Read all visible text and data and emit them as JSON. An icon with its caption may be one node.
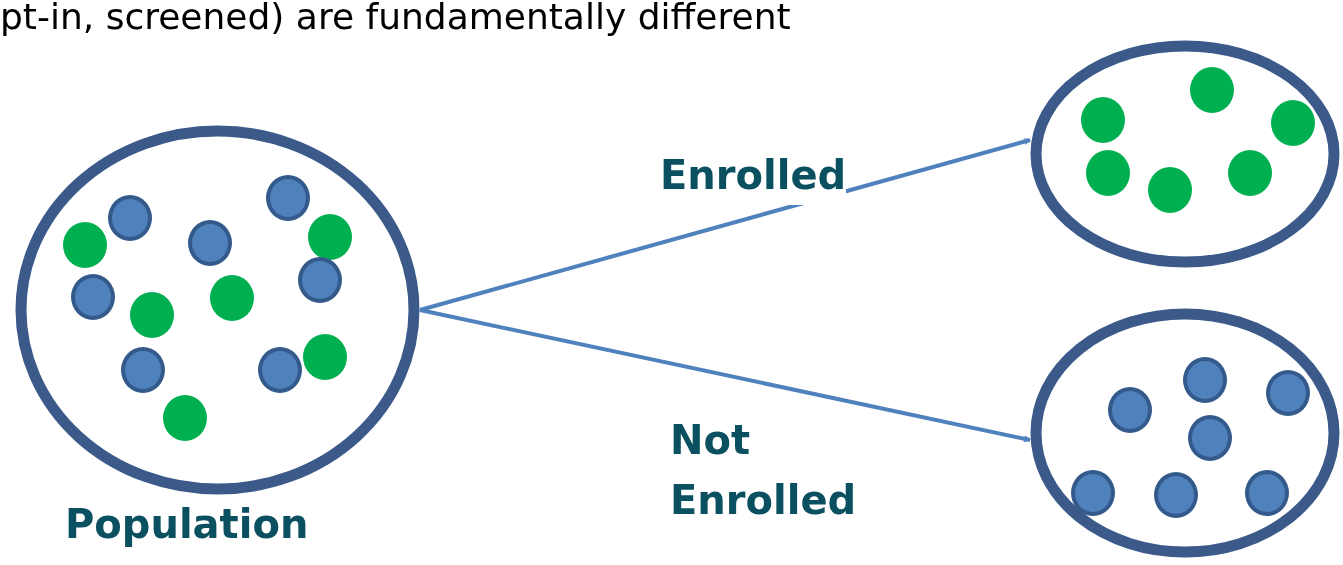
{
  "diagram": {
    "nodes": [
      {
        "text": [
          "Population"
        ]
      },
      {
        "text": [],
        "shape": "circle",
        "in": 0
      },
      {
        "text": [],
        "shape": "circle",
        "in": 0
      },
      {
        "text": [],
        "shape": "circle",
        "in": 0
      },
      {
        "text": [],
        "shape": "circle",
        "in": 0
      },
      {
        "text": [],
        "shape": "circle",
        "in": 0
      },
      {
        "text": [],
        "shape": "circle",
        "in": 0
      },
      {
        "text": [],
        "shape": "circle",
        "in": 0
      },
      {
        "text": [],
        "shape": "circle",
        "in": 0
      },
      {
        "text": [],
        "shape": "circle",
        "in": 0
      },
      {
        "text": [],
        "shape": "circle",
        "in": 0
      },
      {
        "text": [],
        "shape": "circle",
        "in": 0
      },
      {
        "text": [],
        "shape": "circle",
        "in": 0
      },
      {
        "text": [],
        "shape": "circle",
        "in": 0
      },
      {
        "text": [],
        "shape": "circle"
      },
      {
        "text": [],
        "shape": "circle",
        "in": 14
      },
      {
        "text": [],
        "shape": "circle",
        "in": 14
      },
      {
        "text": [],
        "shape": "circle",
        "in": 14
      },
      {
        "text": [],
        "shape": "circle",
        "in": 14
      },
      {
        "text": [],
        "shape": "circle",
        "in": 14
      },
      {
        "text": [],
        "shape": "circle",
        "in": 14
      },
      {
        "text": [],
        "shape": "circle"
      },
      {
        "text": [],
        "shape": "circle",
        "in": 21
      },
      {
        "text": [],
        "shape": "circle",
        "in": 21
      },
      {
        "text": [],
        "shape": "circle",
        "in": 21
      },
      {
        "text": [],
        "shape": "circle",
        "in": 21
      },
      {
        "text": [],
        "shape": "circle",
        "in": 21
      },
      {
        "text": [],
        "shape": "circle",
        "in": 21
      },
      {
        "text": [],
        "shape": "circle",
        "in": 21
      }
    ],
    "edges": [
      {
        "from": 0,
        "to": 14,
        "arrow": "to",
        "label": "Enrolled"
      },
      {
        "from": 0,
        "to": 21,
        "arrow": "to",
        "label": "Not Enrolled"
      }
    ],
    "labels": [
      "pt-in, screened) are fundamentally different"
    ]
  }
}
